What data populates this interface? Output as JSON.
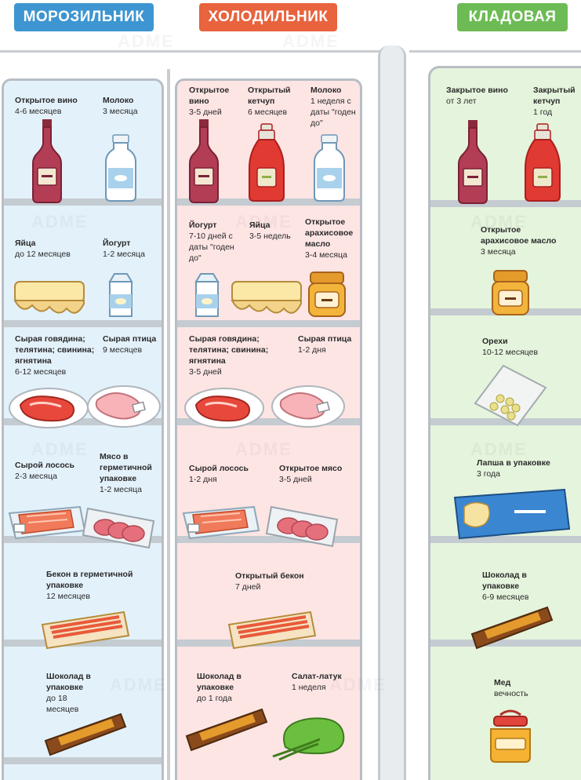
{
  "headers": {
    "freezer": "МОРОЗИЛЬНИК",
    "fridge": "ХОЛОДИЛЬНИК",
    "pantry": "КЛАДОВАЯ"
  },
  "freezer": {
    "items": [
      {
        "title": "Открытое вино",
        "value": "4-6 месяцев"
      },
      {
        "title": "Молоко",
        "value": "3 месяца"
      },
      {
        "title": "Яйца",
        "value": "до 12 месяцев"
      },
      {
        "title": "Йогурт",
        "value": "1-2 месяца"
      },
      {
        "title": "Сырая говядина; телятина; свинина; ягнятина",
        "value": "6-12 месяцев"
      },
      {
        "title": "Сырая птица",
        "value": "9 месяцев"
      },
      {
        "title": "Сырой лосось",
        "value": "2-3 месяца"
      },
      {
        "title": "Мясо в герметичной упаковке",
        "value": "1-2 месяца"
      },
      {
        "title": "Бекон в герметичной упаковке",
        "value": "12 месяцев"
      },
      {
        "title": "Шоколад в упаковке",
        "value": "до 18 месяцев"
      }
    ]
  },
  "fridge": {
    "items": [
      {
        "title": "Открытое вино",
        "value": "3-5 дней"
      },
      {
        "title": "Открытый кетчуп",
        "value": "6 месяцев"
      },
      {
        "title": "Молоко",
        "value": "1 неделя с даты \"годен до\""
      },
      {
        "title": "Йогурт",
        "value": "7-10 дней с даты \"годен до\""
      },
      {
        "title": "Яйца",
        "value": "3-5 недель"
      },
      {
        "title": "Открытое арахисовое масло",
        "value": "3-4 месяца"
      },
      {
        "title": "Сырая говядина; телятина; свинина; ягнятина",
        "value": "3-5 дней"
      },
      {
        "title": "Сырая птица",
        "value": "1-2 дня"
      },
      {
        "title": "Сырой лосось",
        "value": "1-2 дня"
      },
      {
        "title": "Открытое мясо",
        "value": "3-5 дней"
      },
      {
        "title": "Открытый бекон",
        "value": "7 дней"
      },
      {
        "title": "Шоколад в упаковке",
        "value": "до 1 года"
      },
      {
        "title": "Салат-латук",
        "value": "1 неделя"
      }
    ]
  },
  "pantry": {
    "items": [
      {
        "title": "Закрытое вино",
        "value": "от 3 лет"
      },
      {
        "title": "Закрытый кетчуп",
        "value": "1 год"
      },
      {
        "title": "Открытое арахисовое масло",
        "value": "3 месяца"
      },
      {
        "title": "Орехи",
        "value": "10-12 месяцев"
      },
      {
        "title": "Лапша в упаковке",
        "value": "3 года"
      },
      {
        "title": "Шоколад в упаковке",
        "value": "6-9 месяцев"
      },
      {
        "title": "Мед",
        "value": "вечность"
      }
    ]
  },
  "watermark": "ADME",
  "colors": {
    "freezer": "#3d96d1",
    "fridge": "#e8633e",
    "pantry": "#6dbb55",
    "freezer_bg": "#e3f1fa",
    "fridge_bg": "#fde5e4",
    "pantry_bg": "#e5f4dc",
    "shelf": "#c4cbd1"
  }
}
